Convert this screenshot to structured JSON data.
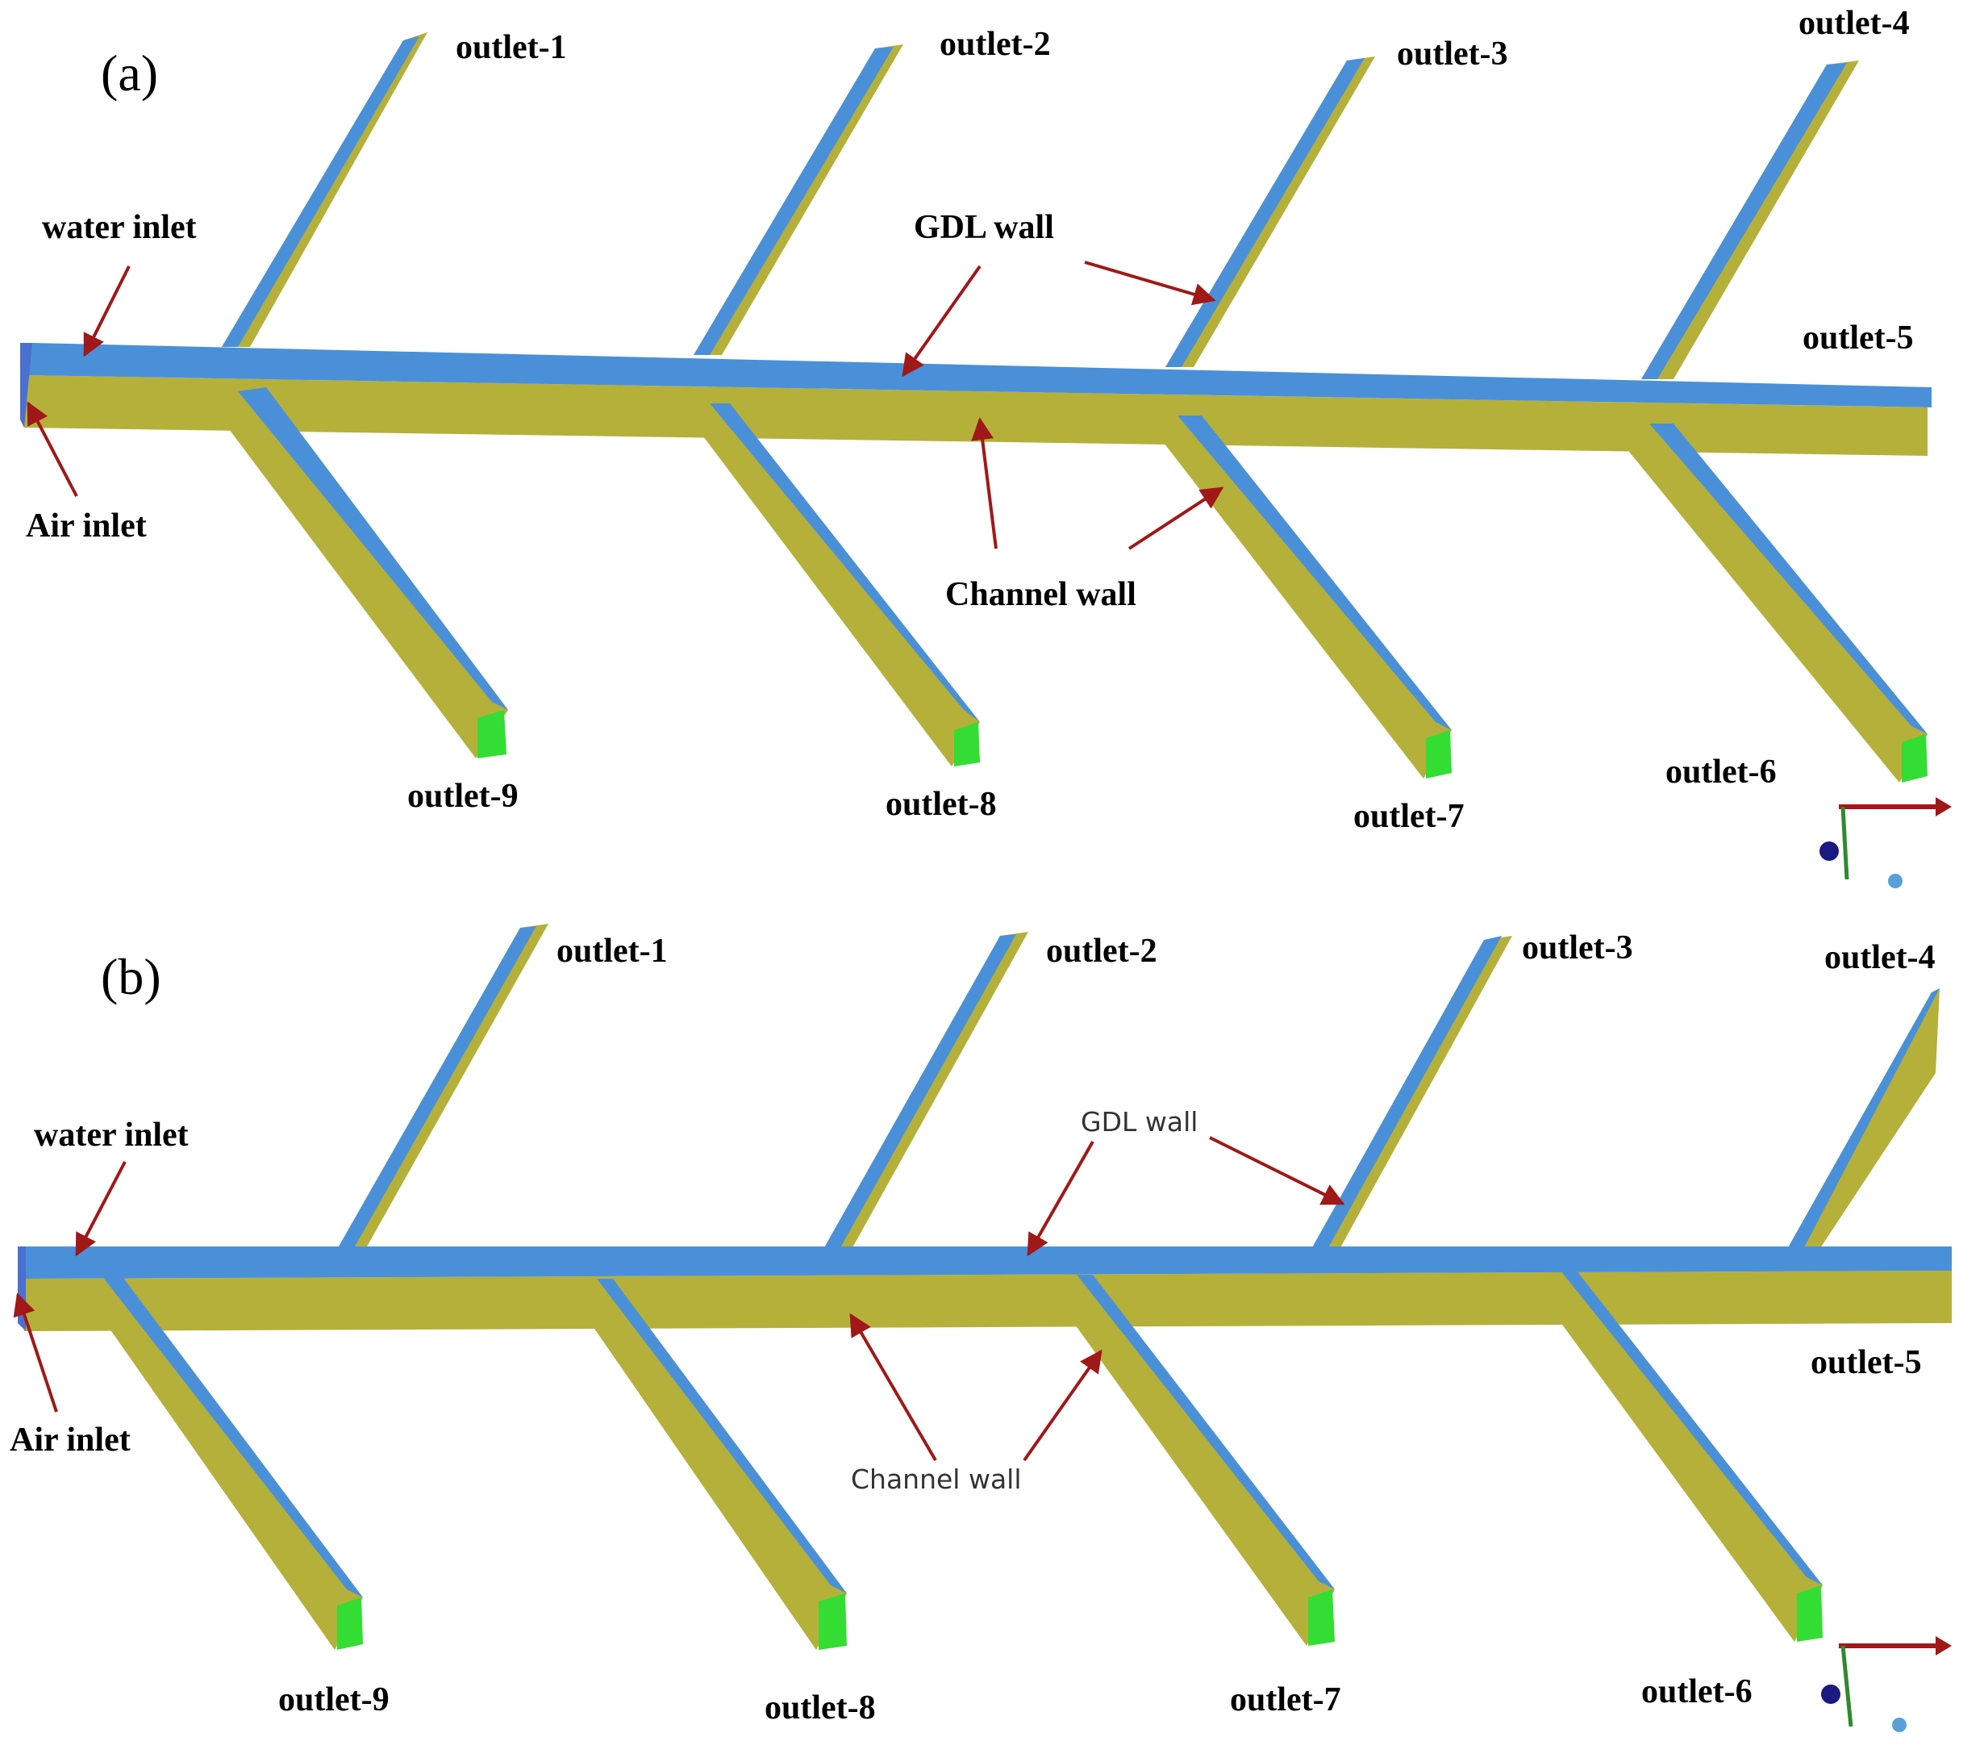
{
  "panels": [
    {
      "id": "a",
      "panel_label": "(a)",
      "outlets": [
        "outlet-1",
        "outlet-2",
        "outlet-3",
        "outlet-4",
        "outlet-5",
        "outlet-6",
        "outlet-7",
        "outlet-8",
        "outlet-9"
      ],
      "water_inlet": "water inlet",
      "air_inlet": "Air inlet",
      "gdl_wall": "GDL wall",
      "channel_wall": "Channel wall"
    },
    {
      "id": "b",
      "panel_label": "(b)",
      "outlets": [
        "outlet-1",
        "outlet-2",
        "outlet-3",
        "outlet-4",
        "outlet-5",
        "outlet-6",
        "outlet-7",
        "outlet-8",
        "outlet-9"
      ],
      "water_inlet": "water inlet",
      "air_inlet": "Air inlet",
      "gdl_wall": "GDL wall",
      "channel_wall": "Channel wall"
    }
  ],
  "colors": {
    "gdl_wall": "#4a90d9",
    "channel_wall": "#b5b03a",
    "outlet_face": "#33dd33",
    "arrow": "#a01818",
    "axis_x": "#a01818",
    "axis_y": "#2e8a2e",
    "axis_z": "#1a1a80"
  }
}
